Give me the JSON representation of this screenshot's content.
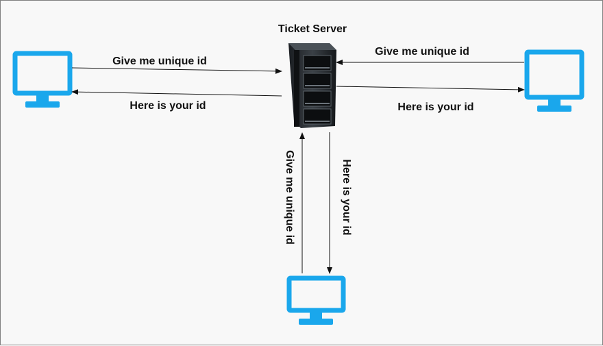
{
  "server": {
    "title": "Ticket Server",
    "icon": "server-rack-icon"
  },
  "clients": [
    {
      "id": "client-left",
      "icon": "monitor-icon"
    },
    {
      "id": "client-right",
      "icon": "monitor-icon"
    },
    {
      "id": "client-bottom",
      "icon": "monitor-icon"
    }
  ],
  "edges": {
    "left_request": "Give me unique id",
    "left_response": "Here is your id",
    "right_request": "Give me unique id",
    "right_response": "Here is your id",
    "bottom_request": "Give me unique id",
    "bottom_response": "Here is your id"
  },
  "colors": {
    "monitor": "#1aa7ec",
    "rack": "#23272c",
    "arrow": "#111111"
  }
}
